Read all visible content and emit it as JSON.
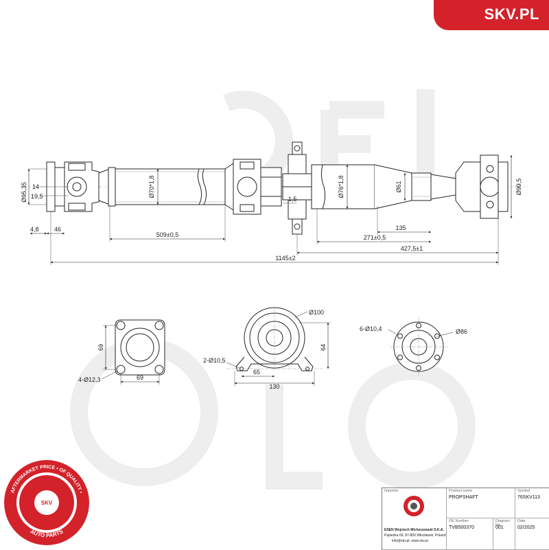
{
  "brand": {
    "name": "SKV.PL",
    "color": "#d3222a"
  },
  "seal": {
    "ring_text": "AFTERMARKET PRICE • OF QUALITY •",
    "center_text": "SKV",
    "bottom_text": "AUTO PARTS"
  },
  "dimensions": {
    "shaft_main": {
      "d_flange": "Ø95,35",
      "d14": "14",
      "d19": "19,5",
      "l48": "4,8",
      "l46": "46",
      "tube1": "Ø70*1,8",
      "tube2": "Ø76*1,8",
      "d61": "Ø61",
      "d99": "Ø99,5",
      "l509": "509±0,5",
      "l135": "135",
      "l271": "271±0,5",
      "l4275": "427,5±1",
      "l1145": "1145±2",
      "l15": "1,5"
    },
    "flange_view": {
      "h69": "69",
      "w69": "69",
      "holes": "4-Ø12,3"
    },
    "bearing_view": {
      "d100": "Ø100",
      "h64": "64",
      "w65": "65",
      "w130": "130",
      "holes": "2-Ø10,5"
    },
    "round_flange_view": {
      "holes": "6-Ø10,4",
      "d86": "Ø86"
    }
  },
  "title_block": {
    "importer_label": "Importer",
    "importer_name": "ESEN Wojciech Michorzewski S.K.A.",
    "importer_address": "Papieżka 69, 87-800 Włocławek, Poland",
    "importer_contact": "info@skv.pl, www.skv.pl",
    "product_name_label": "Product name",
    "product_name": "PROPSHAFT",
    "symbol_label": "Symbol",
    "symbol": "76SKV113",
    "oe_label": "OE Number",
    "oe_number": "TVB500370",
    "diagram_label": "Diagram No.",
    "diagram_no": "001",
    "date_label": "Date",
    "date": "02/2025"
  }
}
